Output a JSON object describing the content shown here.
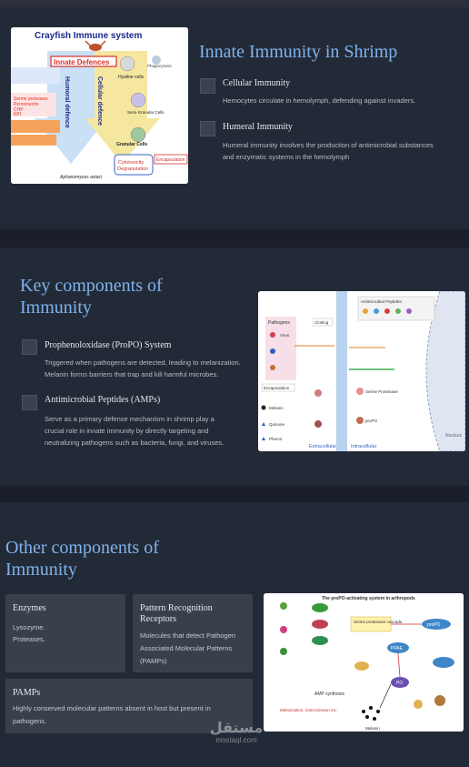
{
  "section1": {
    "title": "Innate Immunity in Shrimp",
    "items": [
      {
        "heading": "Cellular Immunity",
        "text": "Hemocytes circulate in hemolymph, defending against invaders."
      },
      {
        "heading": "Humeral Immunity",
        "text_line1": "Humeral immunity involves the production of antimicrobial substances",
        "text_line2": "and enzymatic systems in the hemolymph"
      }
    ],
    "figure": {
      "title": "Crayfish Immune system",
      "innate": "Innate Defences",
      "humoral": "Humoral defence",
      "cellular": "Cellular defence",
      "hyaline": "Hyaline cells",
      "semi": "Semi-Granular Cells",
      "granular": "Granular Cells",
      "phago": "Phagocytosis",
      "encaps": "Encapsulation",
      "cyto1": "Cytotoxicity",
      "cyto2": "Degranulation",
      "aph": "Aphanomyces astaci",
      "prot1": "Serine proteases",
      "prot2": "Peroxinectin",
      "prot3": "CHP",
      "prot4": "KPI"
    }
  },
  "section2": {
    "title_line1": "Key components of",
    "title_line2": "Immunity",
    "items": [
      {
        "heading": "Prophenoloxidase (ProPO) System",
        "text_line1": "Triggered when pathogens are detected, leading to melanization.",
        "text_line2": "Melanin forms barriers that trap and kill harmful microbes."
      },
      {
        "heading": "Antimicrobial Peptides (AMPs)",
        "text_line1": "Serve as a primary defense mechanism in shrimp play a",
        "text_line2": "crucial role in innate immunity by directly targeting and",
        "text_line3": "neutralizing pathogens such as bacteria, fungi, and viruses."
      }
    ],
    "figure": {
      "amp": "Antimicrobial Peptides:",
      "pathogens": "Pathogens",
      "virus": "Virus",
      "clotting": "Clotting",
      "encaps": "Encapsulation",
      "melanin": "Melanin",
      "quinone": "Quinone",
      "phenol": "Phenol",
      "serine": "Serine Proteinase",
      "propo": "proPO",
      "extra": "Extracellular",
      "intra": "Intracellular",
      "nucleus": "Nucleus"
    }
  },
  "section3": {
    "title_line1": "Other components of",
    "title_line2": "Immunity",
    "cards": [
      {
        "heading": "Enzymes",
        "line1": "Lysozyme.",
        "line2": "Proteases."
      },
      {
        "heading_line1": "Pattern Recognition",
        "heading_line2": "Receptors",
        "line1": "Molecules that detect Pathogen",
        "line2": "Associated Molecular Patterns",
        "line3": "(PAMPs)"
      },
      {
        "heading": "PAMPs",
        "line1": "Highly conserved molecular patterns absent in host but present in",
        "line2": "pathogens."
      }
    ],
    "figure": {
      "title": "The proPO-activating system in arthropods",
      "serine": "Serine proteinase cascade",
      "ppae": "PPAE",
      "propo": "proPO",
      "po": "PO",
      "amp": "AMP synthesis",
      "mel": "Melanization, Sclerotization etc.",
      "melanin": "Melanin"
    }
  },
  "watermark": {
    "ar": "مستقل",
    "en": "mostaql.com"
  },
  "colors": {
    "accent": "#7fb3ec",
    "panel": "#232a37",
    "card": "#3a404b"
  }
}
